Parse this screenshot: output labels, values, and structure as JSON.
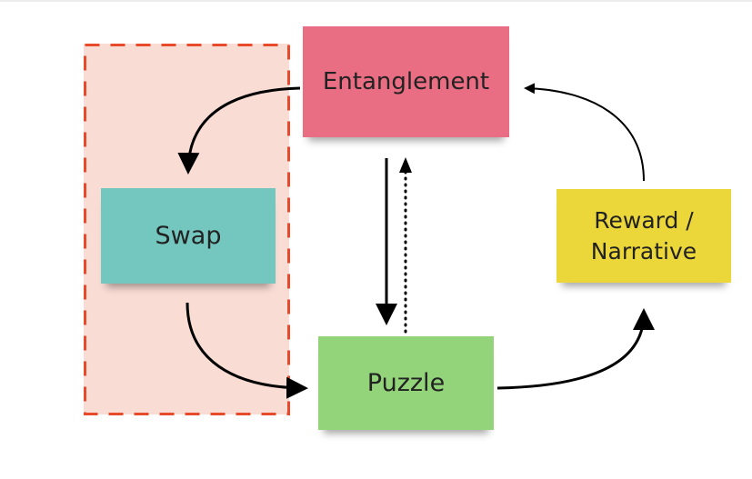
{
  "diagram": {
    "group": {
      "label": "",
      "fill": "#f9dcd4",
      "border": "#e84a2c",
      "style": "dashed"
    },
    "nodes": {
      "entanglement": {
        "label": "Entanglement",
        "color": "#ea6e83"
      },
      "swap": {
        "label": "Swap",
        "color": "#74c7bf"
      },
      "reward": {
        "label": "Reward / Narrative",
        "color": "#ecd73b"
      },
      "puzzle": {
        "label": "Puzzle",
        "color": "#93d47a"
      }
    },
    "edges": [
      {
        "from": "Entanglement",
        "to": "Swap",
        "style": "solid"
      },
      {
        "from": "Swap",
        "to": "Puzzle",
        "style": "solid"
      },
      {
        "from": "Entanglement",
        "to": "Puzzle",
        "style": "solid"
      },
      {
        "from": "Puzzle",
        "to": "Entanglement",
        "style": "dotted"
      },
      {
        "from": "Puzzle",
        "to": "Reward / Narrative",
        "style": "solid"
      },
      {
        "from": "Reward / Narrative",
        "to": "Entanglement",
        "style": "solid-thin"
      }
    ]
  }
}
